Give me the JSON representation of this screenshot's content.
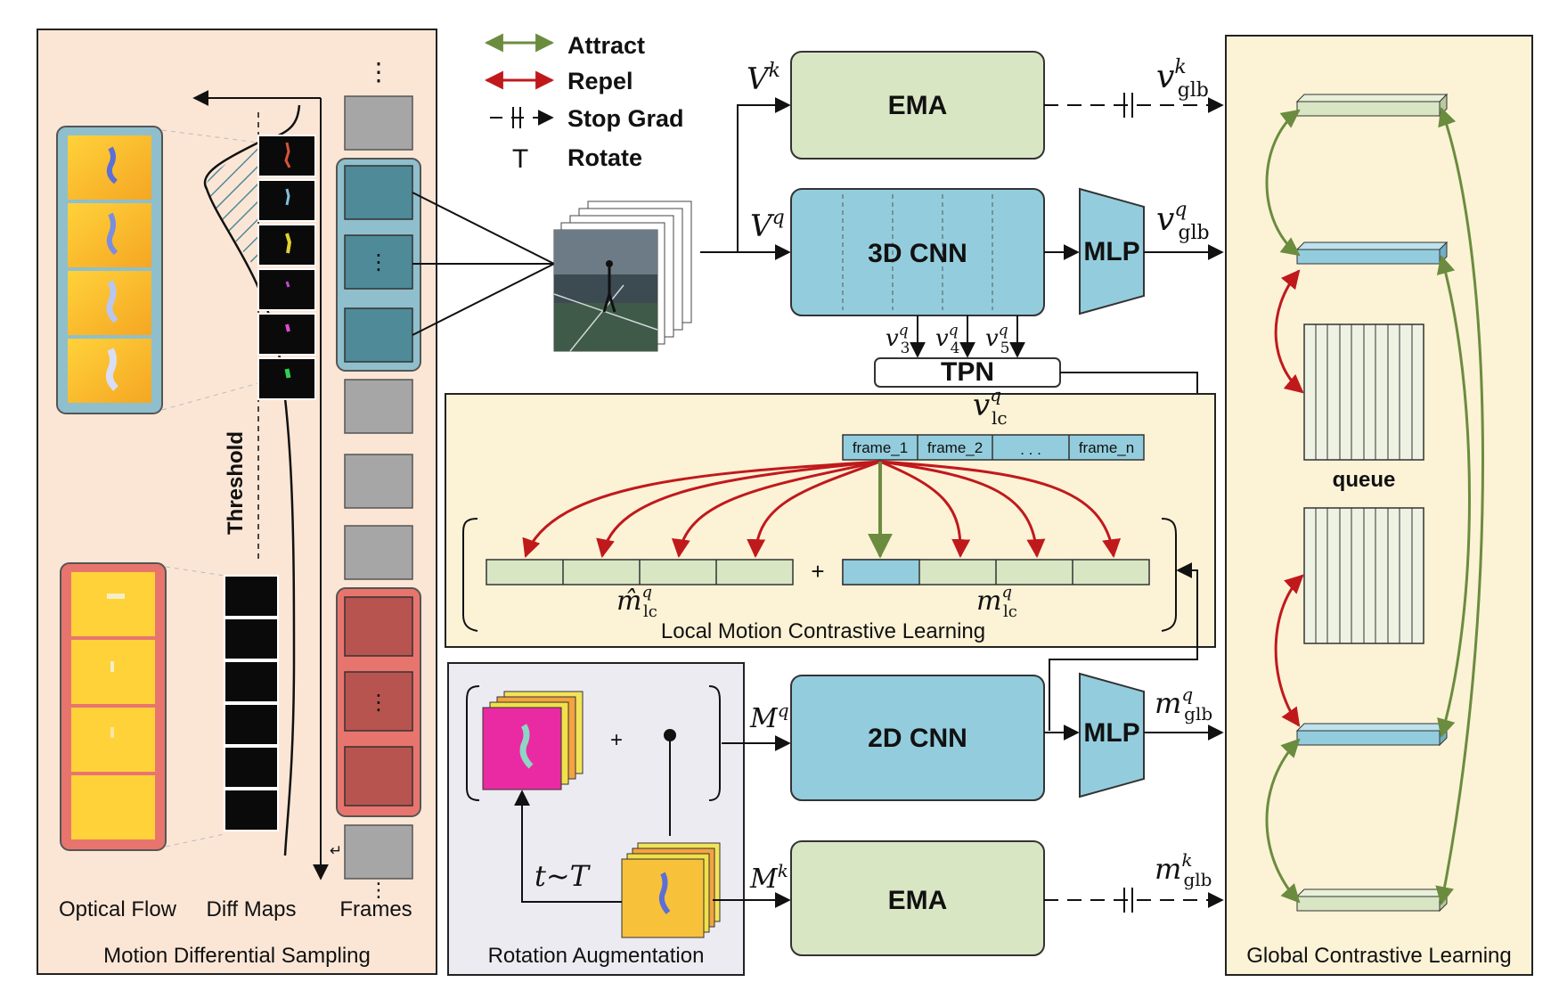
{
  "legend": {
    "attract": "Attract",
    "repel": "Repel",
    "stop_grad": "Stop Grad",
    "rotate_symbol": "T",
    "rotate": "Rotate"
  },
  "left_panel": {
    "title": "Motion Differential Sampling",
    "col_optical_flow": "Optical Flow",
    "col_diff_maps": "Diff Maps",
    "col_frames": "Frames",
    "threshold": "Threshold",
    "ellipsis": "⋮"
  },
  "blocks": {
    "ema_top": "EMA",
    "cnn3d": "3D CNN",
    "mlp_top": "MLP",
    "tpn": "TPN",
    "cnn2d": "2D CNN",
    "mlp_bottom": "MLP",
    "ema_bottom": "EMA"
  },
  "math": {
    "Vk": "V",
    "Vk_sup": "k",
    "Vq": "V",
    "Vq_sup": "q",
    "vglb_k": "v",
    "vglb_k_sup": "k",
    "vglb_k_sub": "glb",
    "vglb_q": "v",
    "vglb_q_sup": "q",
    "vglb_q_sub": "glb",
    "v3": "v",
    "v3_sub": "3",
    "v4": "v",
    "v4_sub": "4",
    "v5": "v",
    "v5_sub": "5",
    "feat_sup": "q",
    "vlc": "v",
    "vlc_sup": "q",
    "vlc_sub": "lc",
    "mhat": "m̂",
    "mhat_sup": "q",
    "mhat_sub": "lc",
    "mlc": "m",
    "mlc_sup": "q",
    "mlc_sub": "lc",
    "Mq": "M",
    "Mq_sup": "q",
    "Mk": "M",
    "Mk_sup": "k",
    "mglb_q": "m",
    "mglb_q_sup": "q",
    "mglb_q_sub": "glb",
    "mglb_k": "m",
    "mglb_k_sup": "k",
    "mglb_k_sub": "glb",
    "t_sample": "t~T"
  },
  "local": {
    "title": "Local Motion Contrastive Learning",
    "frames": [
      "frame_1",
      "frame_2",
      ". . .",
      "frame_n"
    ],
    "plus": "+"
  },
  "rotation": {
    "title": "Rotation Augmentation",
    "plus": "+"
  },
  "global": {
    "title": "Global Contrastive Learning",
    "queue": "queue"
  },
  "colors": {
    "attract": "#6b8c3e",
    "repel": "#c0191c",
    "panel_left": "#fbe6d6",
    "panel_yellow": "#fcf2d6",
    "panel_purple": "#ecebf2",
    "ema_fill": "#d9e6c4",
    "cnn_fill": "#93cddd",
    "frame_teal": "#4f8a98",
    "frame_red": "#b85450",
    "frame_gray": "#a6a6a6"
  }
}
